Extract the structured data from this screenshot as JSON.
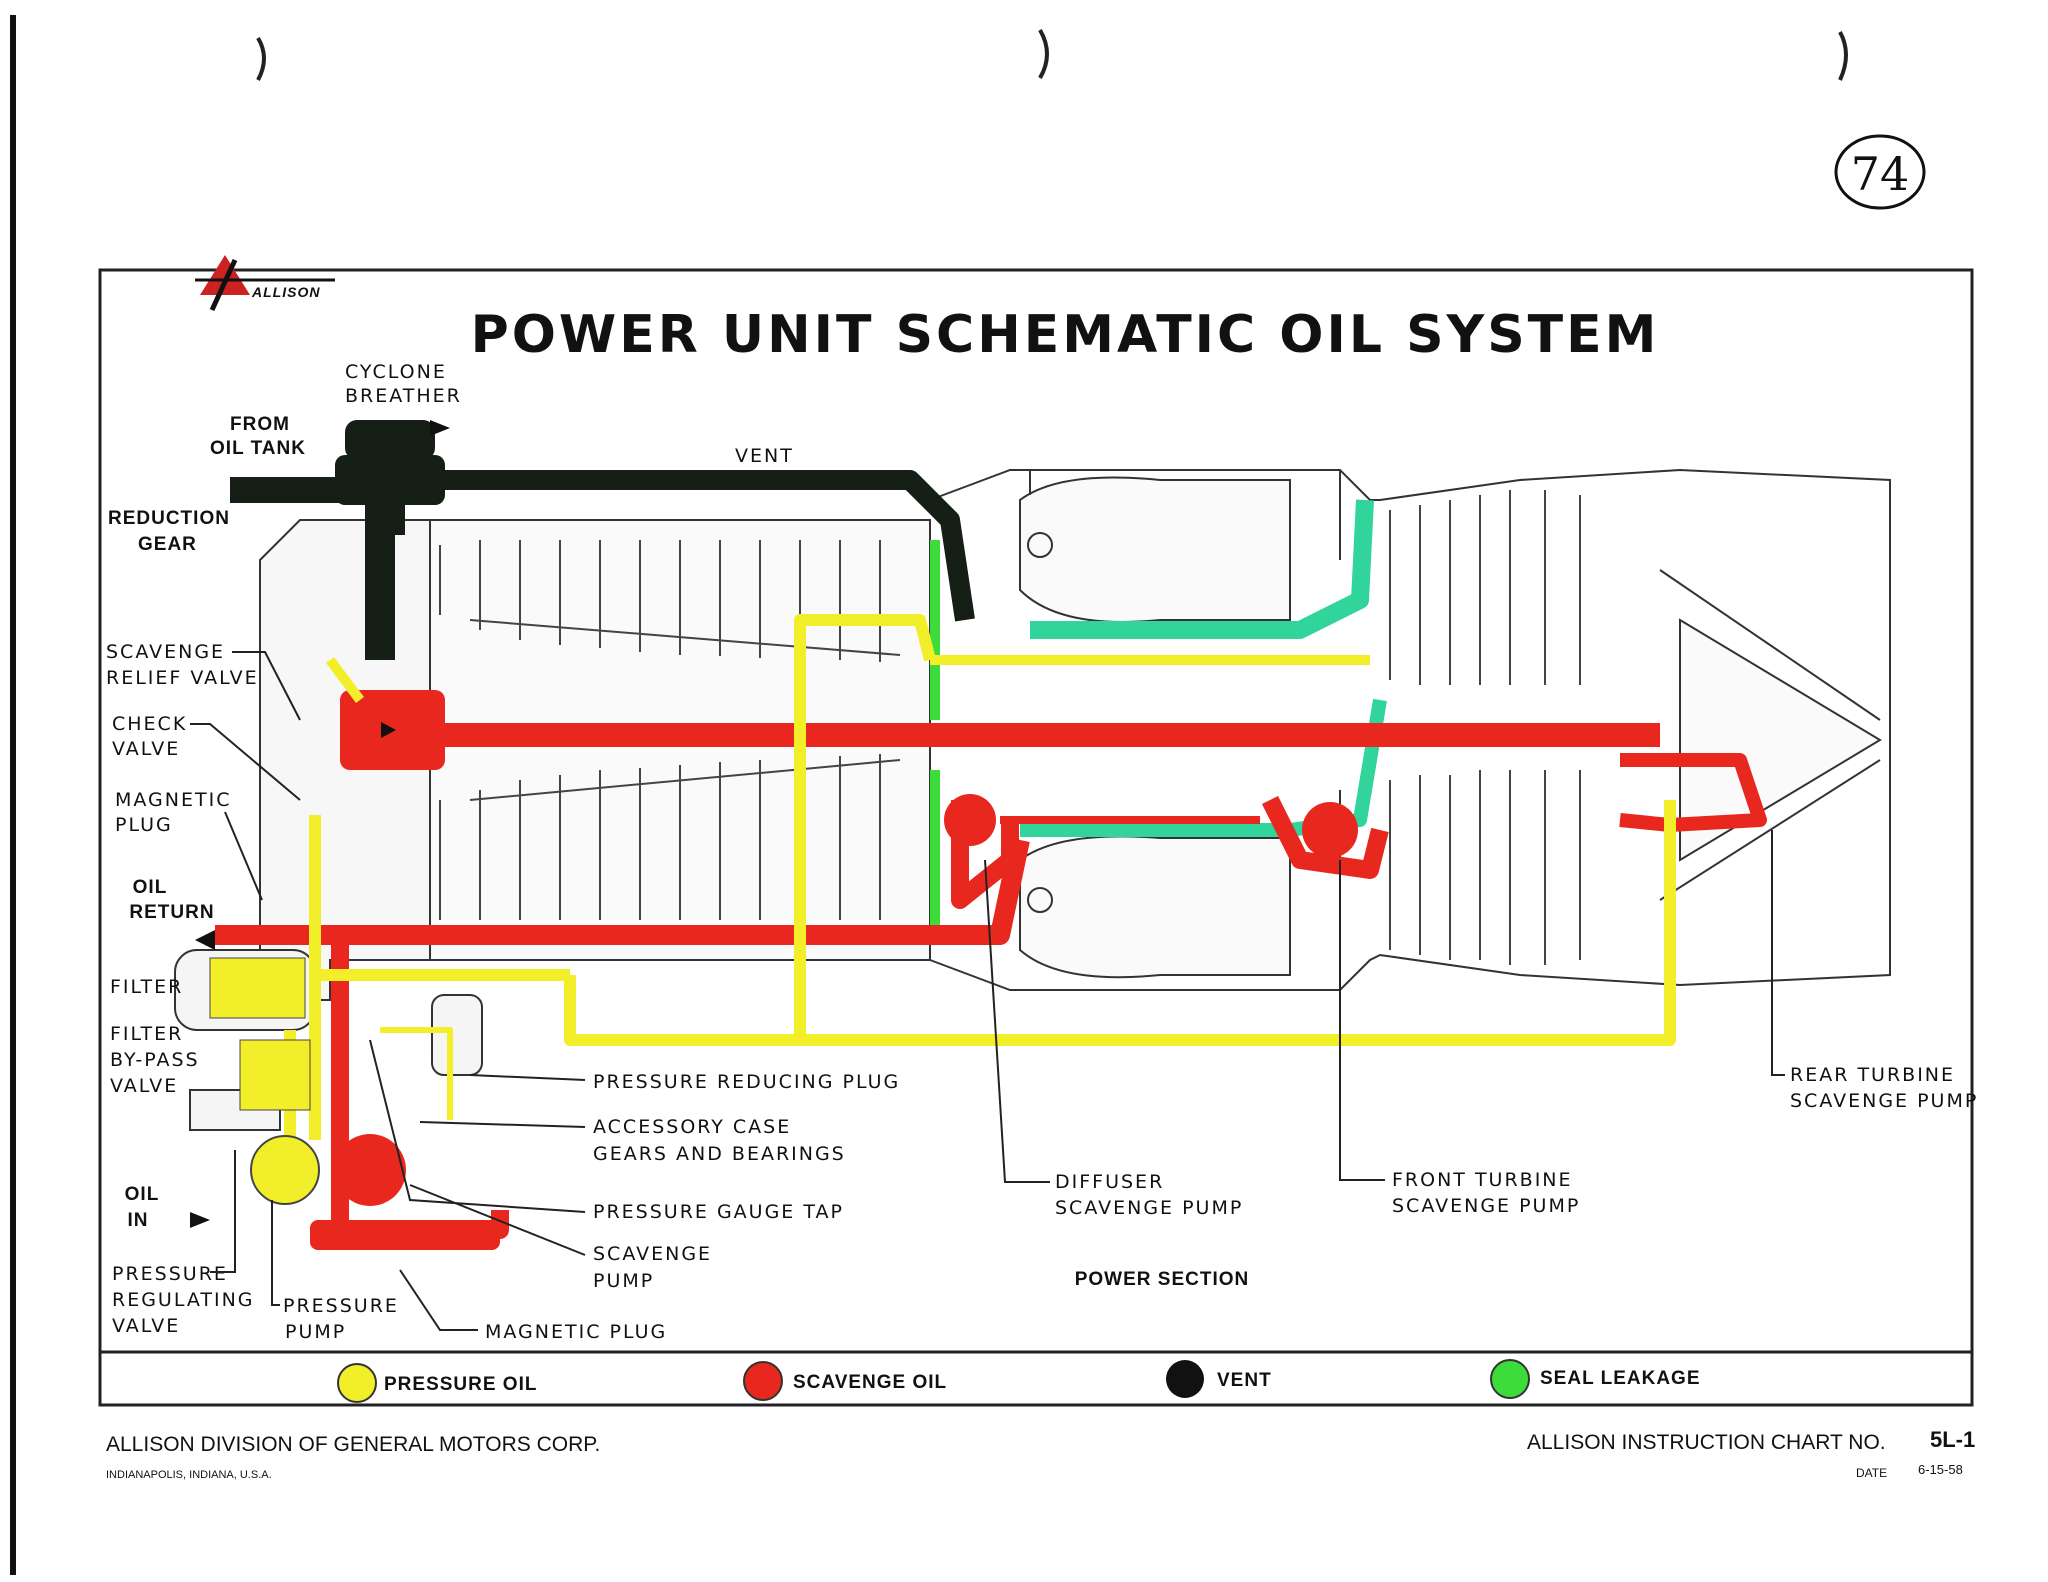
{
  "title": "POWER UNIT SCHEMATIC OIL SYSTEM",
  "logo": "ALLISON",
  "page_mark": "74",
  "section_label": "POWER SECTION",
  "labels": {
    "cyclone_breather": [
      "CYCLONE",
      "BREATHER"
    ],
    "from_oil_tank": [
      "FROM",
      "OIL TANK"
    ],
    "reduction_gear": [
      "REDUCTION",
      "GEAR"
    ],
    "vent": "VENT",
    "scavenge_relief_valve": [
      "SCAVENGE",
      "RELIEF VALVE"
    ],
    "check_valve": [
      "CHECK",
      "VALVE"
    ],
    "magnetic_plug_left": [
      "MAGNETIC",
      "PLUG"
    ],
    "oil_return": [
      "OIL",
      "RETURN"
    ],
    "filter": "FILTER",
    "filter_bypass_valve": [
      "FILTER",
      "BY-PASS",
      "VALVE"
    ],
    "oil_in": [
      "OIL",
      "IN"
    ],
    "pressure_regulating_valve": [
      "PRESSURE",
      "REGULATING",
      "VALVE"
    ],
    "pressure_pump": [
      "PRESSURE",
      "PUMP"
    ],
    "magnetic_plug_bottom": "MAGNETIC PLUG",
    "pressure_reducing_plug": "PRESSURE REDUCING PLUG",
    "accessory_case": [
      "ACCESSORY CASE",
      "GEARS AND BEARINGS"
    ],
    "pressure_gauge_tap": "PRESSURE GAUGE TAP",
    "scavenge_pump": [
      "SCAVENGE",
      "PUMP"
    ],
    "diffuser_scavenge_pump": [
      "DIFFUSER",
      "SCAVENGE PUMP"
    ],
    "front_turbine_scavenge_pump": [
      "FRONT TURBINE",
      "SCAVENGE PUMP"
    ],
    "rear_turbine_scavenge_pump": [
      "REAR TURBINE",
      "SCAVENGE PUMP"
    ]
  },
  "legend": [
    {
      "label": "PRESSURE OIL",
      "color": "#f3ee2a"
    },
    {
      "label": "SCAVENGE OIL",
      "color": "#e8281e"
    },
    {
      "label": "VENT",
      "color": "#111111"
    },
    {
      "label": "SEAL LEAKAGE",
      "color": "#3ddc3a"
    }
  ],
  "colors": {
    "pressure": "#f3ee2a",
    "scavenge": "#e8281e",
    "vent": "#151f15",
    "seal": "#31d49a",
    "frame": "#222222"
  },
  "footer": {
    "company": "ALLISON DIVISION OF GENERAL MOTORS CORP.",
    "location": "INDIANAPOLIS, INDIANA, U.S.A.",
    "chart_label": "ALLISON INSTRUCTION CHART NO.",
    "chart_no": "5L-1",
    "date_label": "DATE",
    "date": "6-15-58"
  }
}
